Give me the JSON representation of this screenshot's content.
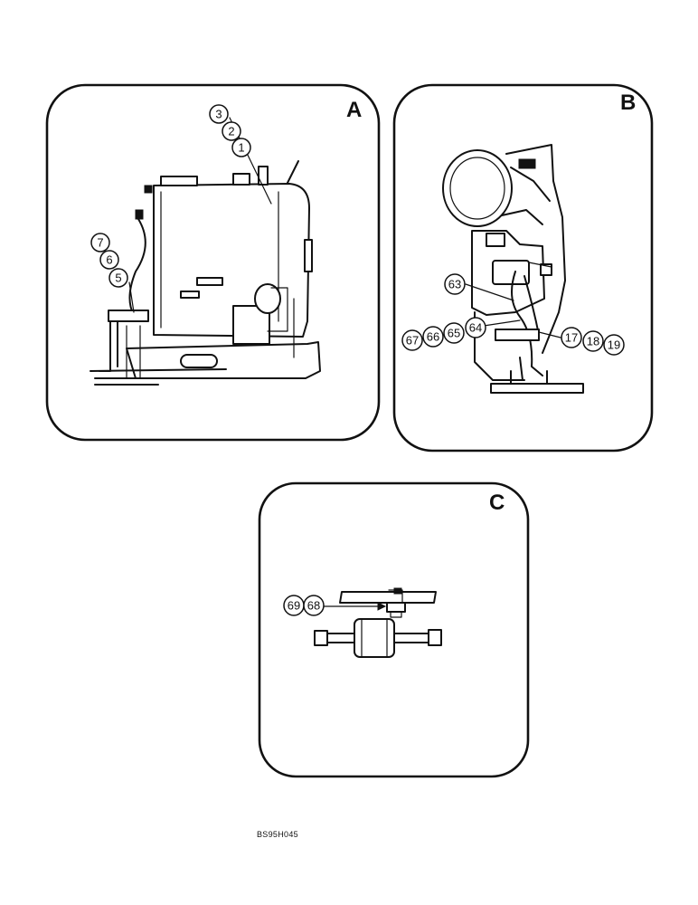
{
  "panels": [
    {
      "letter": "A",
      "callouts": [
        "3",
        "2",
        "1",
        "7",
        "6",
        "5"
      ]
    },
    {
      "letter": "B",
      "callouts": [
        "63",
        "67",
        "66",
        "65",
        "64",
        "17",
        "18",
        "19"
      ]
    },
    {
      "letter": "C",
      "callouts": [
        "69",
        "68"
      ]
    }
  ],
  "figure_code": "BS95H045"
}
